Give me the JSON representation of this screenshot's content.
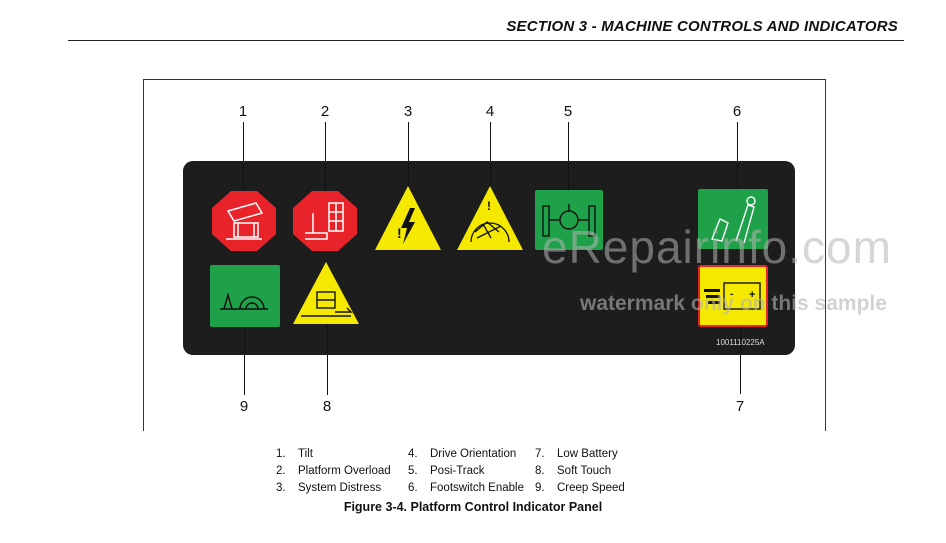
{
  "header": {
    "title": "SECTION 3 - MACHINE CONTROLS AND INDICATORS"
  },
  "callouts": [
    "1",
    "2",
    "3",
    "4",
    "5",
    "6",
    "7",
    "8",
    "9"
  ],
  "panel": {
    "part_number": "1001110225A"
  },
  "legend": [
    [
      {
        "num": "1.",
        "label": "Tilt"
      },
      {
        "num": "2.",
        "label": "Platform Overload"
      },
      {
        "num": "3.",
        "label": "System Distress"
      }
    ],
    [
      {
        "num": "4.",
        "label": "Drive Orientation"
      },
      {
        "num": "5.",
        "label": "Posi-Track"
      },
      {
        "num": "6.",
        "label": "Footswitch Enable"
      }
    ],
    [
      {
        "num": "7.",
        "label": "Low Battery"
      },
      {
        "num": "8.",
        "label": "Soft Touch"
      },
      {
        "num": "9.",
        "label": "Creep Speed"
      }
    ]
  ],
  "caption": "Figure 3-4. Platform Control Indicator Panel",
  "watermark": {
    "main": "eRepairinfo.com",
    "sub": "watermark only on this sample"
  },
  "colors": {
    "red": "#e8232a",
    "yellow": "#f5e900",
    "green": "#1fa14a",
    "panel": "#1d1d1d"
  }
}
